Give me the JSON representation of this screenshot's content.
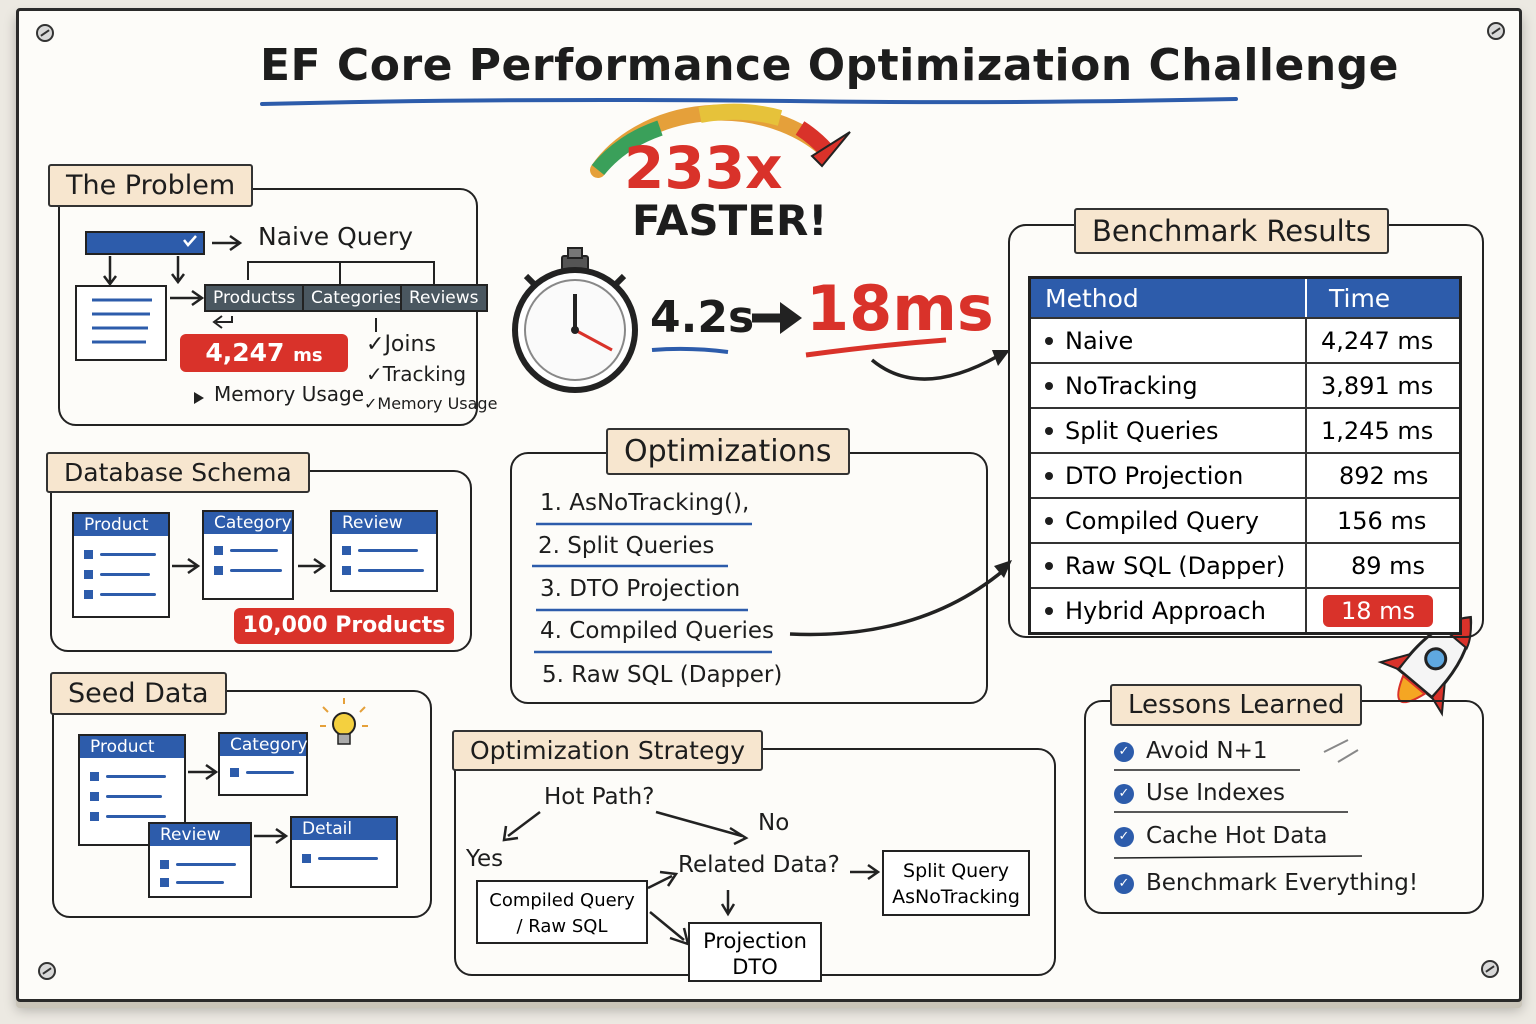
{
  "title": "EF Core Performance Optimization Challenge",
  "hero": {
    "multiplier": "233x",
    "faster": "FASTER!",
    "before": "4.2s",
    "after": "18ms"
  },
  "problem": {
    "heading": "The Problem",
    "naive_label": "Naive Query",
    "tags": [
      "Productss",
      "Categories",
      "Reviews"
    ],
    "time_pill": "4,247",
    "time_unit": "ms",
    "memory_label": "Memory Usage",
    "checks": [
      "Joins",
      "Tracking",
      "Memory Usage"
    ]
  },
  "schema": {
    "heading": "Database Schema",
    "tables": [
      "Product",
      "Category",
      "Review"
    ],
    "count_pill": "10,000 Products"
  },
  "seed": {
    "heading": "Seed Data",
    "tables": [
      "Product",
      "Category",
      "Review",
      "Detail"
    ]
  },
  "optimizations": {
    "heading": "Optimizations",
    "items": [
      "1. AsNoTracking(),",
      "2. Split Queries",
      "3. DTO Projection",
      "4. Compiled Queries",
      "5. Raw SQL (Dapper)"
    ]
  },
  "strategy": {
    "heading": "Optimization Strategy",
    "hot_path": "Hot Path?",
    "yes": "Yes",
    "no": "No",
    "related": "Related Data?",
    "compiled_1": "Compiled Query",
    "compiled_2": "/ Raw SQL",
    "split_1": "Split Query",
    "split_2": "AsNoTracking",
    "proj_1": "Projection",
    "proj_2": "DTO"
  },
  "benchmark": {
    "heading": "Benchmark Results",
    "col_method": "Method",
    "col_time": "Time",
    "rows": [
      {
        "method": "Naive",
        "time": "4,247 ms"
      },
      {
        "method": "NoTracking",
        "time": "3,891 ms"
      },
      {
        "method": "Split Queries",
        "time": "1,245 ms"
      },
      {
        "method": "DTO Projection",
        "time": "892 ms"
      },
      {
        "method": "Compiled Query",
        "time": "156 ms"
      },
      {
        "method": "Raw SQL (Dapper)",
        "time": "89 ms"
      },
      {
        "method": "Hybrid Approach",
        "time": "18 ms"
      }
    ]
  },
  "lessons": {
    "heading": "Lessons Learned",
    "items": [
      "Avoid N+1",
      "Use Indexes",
      "Cache Hot Data",
      "Benchmark Everything!"
    ]
  },
  "colors": {
    "accent_blue": "#2d5cab",
    "accent_red": "#d9322a",
    "banner": "#f7e6cf"
  }
}
